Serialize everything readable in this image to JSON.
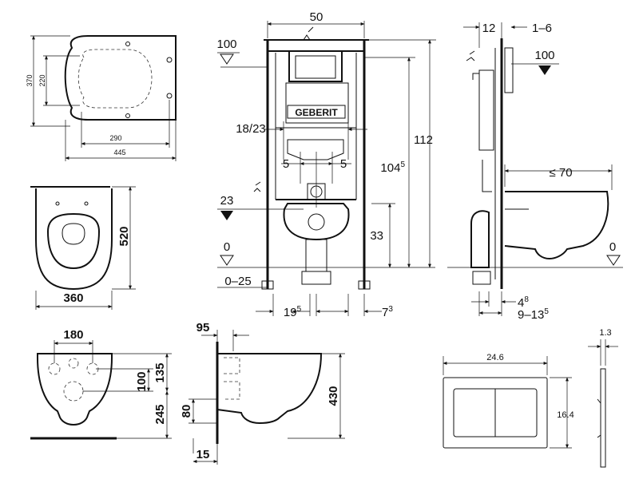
{
  "seat_top": {
    "w1": "290",
    "w2": "445",
    "h1": "370",
    "h2": "220"
  },
  "bowl_front": {
    "h": "520",
    "w": "360"
  },
  "bowl_holes": {
    "w": "180",
    "h1": "100",
    "h2": "135",
    "h3": "245"
  },
  "bowl_side": {
    "top": "95",
    "h": "430",
    "off": "80",
    "bottom": "15"
  },
  "frame": {
    "width": "50",
    "level_top": "100",
    "level_zero": "0",
    "floor_range": "0–25",
    "spacing": "18/23",
    "offset_l": "5",
    "offset_r": "5",
    "level_23": "23",
    "h33": "33",
    "h104": "104",
    "h104_sup": "5",
    "h112": "112",
    "base_l": "19",
    "base_l_sup": "5",
    "base_r": "7",
    "base_r_sup": "3",
    "brand": "GEBERIT"
  },
  "side": {
    "d12": "12",
    "d16": "1–6",
    "level_top": "100",
    "reach": "≤ 70",
    "level_zero": "0",
    "d4": "4",
    "d4_sup": "8",
    "d9": "9–13",
    "d9_sup": "5"
  },
  "plate": {
    "w": "24.6",
    "h": "16.4",
    "thickness": "1.3"
  }
}
